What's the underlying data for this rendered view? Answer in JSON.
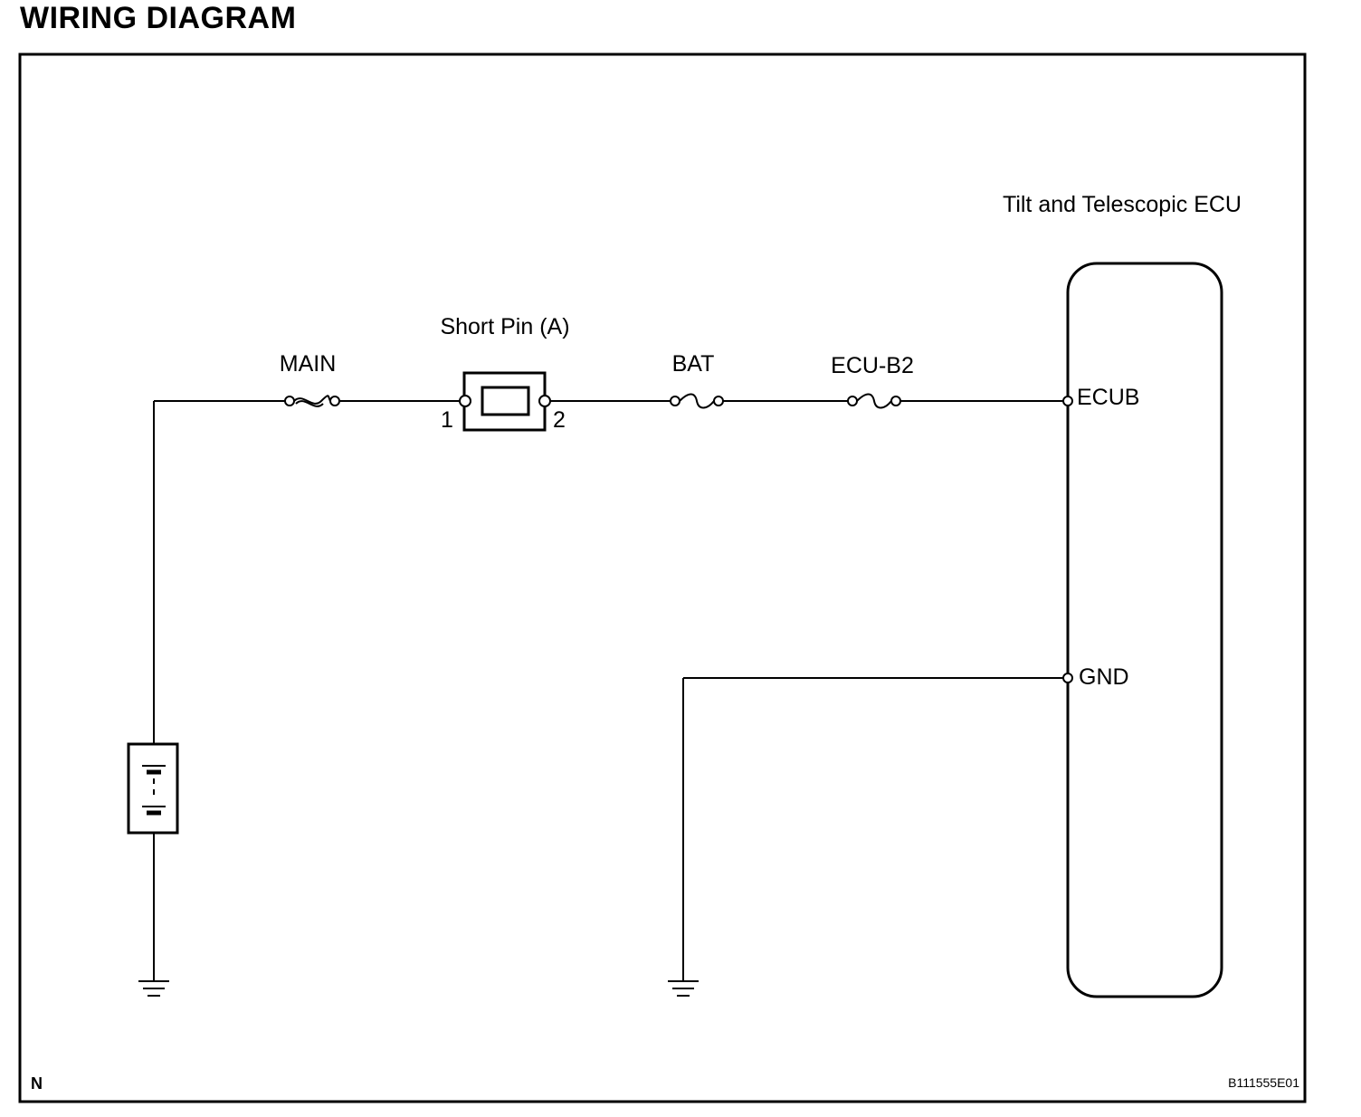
{
  "title": "WIRING DIAGRAM",
  "components": {
    "ecu_name": "Tilt and Telescopic ECU",
    "ecu_pins": {
      "ecub": "ECUB",
      "gnd": "GND"
    },
    "fuses": {
      "main": "MAIN",
      "bat": "BAT",
      "ecu_b2": "ECU-B2"
    },
    "short_pin": {
      "label": "Short Pin (A)",
      "pin1": "1",
      "pin2": "2"
    }
  },
  "footer": {
    "orientation_mark": "N",
    "figure_code": "B111555E01"
  }
}
